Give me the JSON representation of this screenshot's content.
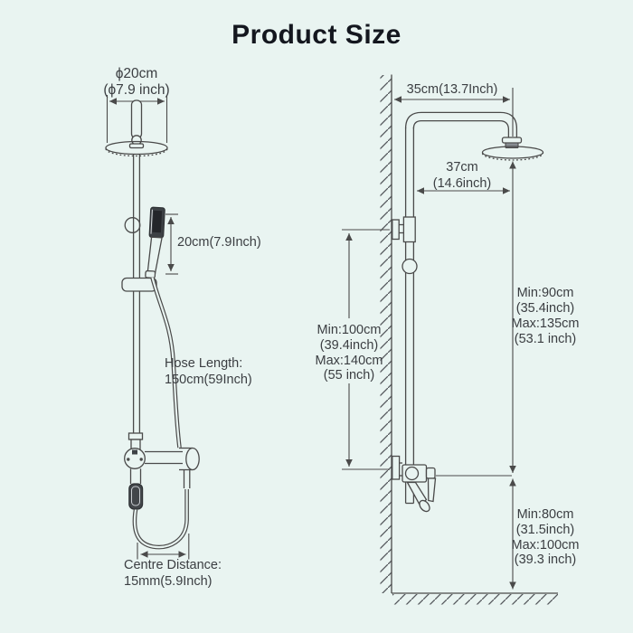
{
  "title": "Product Size",
  "left_view": {
    "head_diameter_cm": "ϕ20cm",
    "head_diameter_inch": "(ϕ7.9 inch)",
    "hand_shower_length": "20cm(7.9Inch)",
    "hose_length_label": "Hose Length:",
    "hose_length_value": "150cm(59Inch)",
    "centre_distance_label": "Centre Distance:",
    "centre_distance_value": "15mm(5.9Inch)"
  },
  "right_view": {
    "arm_length": "35cm(13.7Inch)",
    "head_offset_cm": "37cm",
    "head_offset_inch": "(14.6inch)",
    "bar_height": [
      "Min:100cm",
      "(39.4inch)",
      "Max:140cm",
      "(55 inch)"
    ],
    "head_height": [
      "Min:90cm",
      "(35.4inch)",
      "Max:135cm",
      "(53.1 inch)"
    ],
    "valve_height": [
      "Min:80cm",
      "(31.5inch)",
      "Max:100cm",
      "(39.3 inch)"
    ]
  },
  "colors": {
    "background": "#e9f4f1",
    "line": "#4a4a4a",
    "text": "#3b3e42",
    "title": "#14171f",
    "dark_fixture": "#3d4145"
  }
}
